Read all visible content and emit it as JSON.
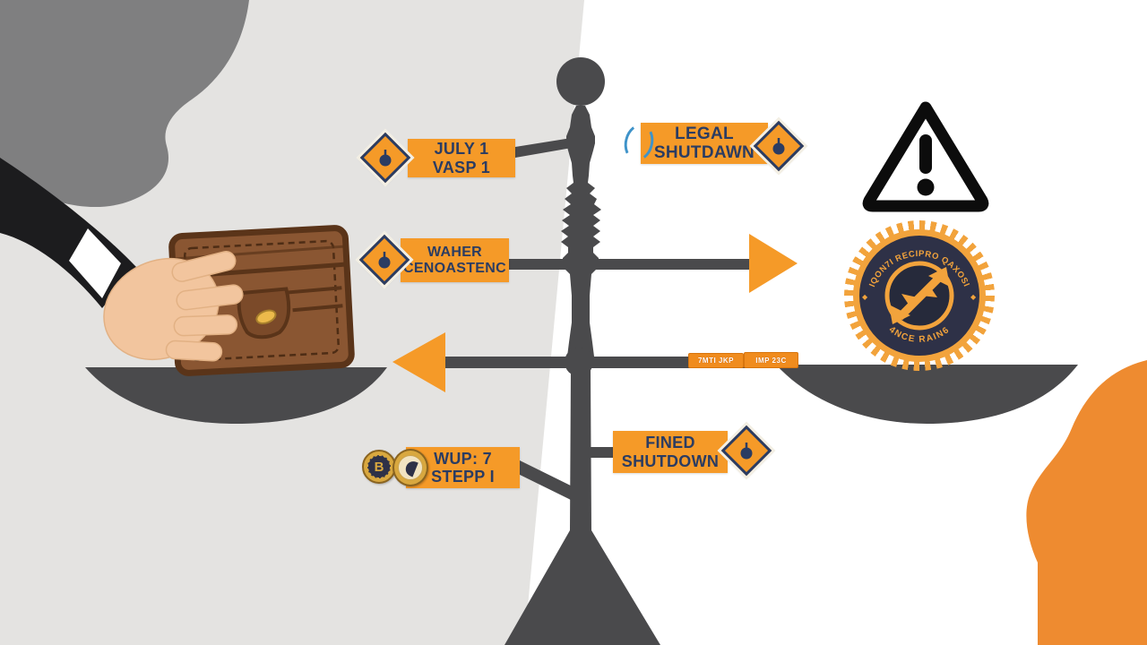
{
  "labels": {
    "july": {
      "line1": "JULY 1",
      "line2": "VASP 1"
    },
    "legal": {
      "line1": "LEGAL",
      "line2": "SHUTDAWN"
    },
    "waher": {
      "line1": "WAHER",
      "line2": "CENOASTENC"
    },
    "fined": {
      "line1": "FINED",
      "line2": "SHUTDOWN"
    },
    "wup": {
      "line1": "WUP: 7",
      "line2": "STEPP I"
    }
  },
  "mini_banner": {
    "chip1": "7MTI JKP",
    "chip2": "IMP 23C"
  },
  "badge": {
    "arc_top": "IQON7I RECIPRO QAXOSI",
    "arc_bottom": "4NCE RAIN6",
    "separator": "◆"
  },
  "coins": {
    "bitcoin_symbol": "B"
  },
  "colors": {
    "accent_orange": "#F59A28",
    "deep_orange_blob": "#EE8B30",
    "navy_text": "#2B3C62",
    "pole_gray": "#4A4A4C",
    "left_panel_gray": "#E4E3E1",
    "silhouette_gray": "#7F7F80",
    "badge_navy": "#2E3147",
    "badge_orange": "#F2A33C",
    "skin": "#F2C59E",
    "wallet_brown": "#8A5632"
  }
}
